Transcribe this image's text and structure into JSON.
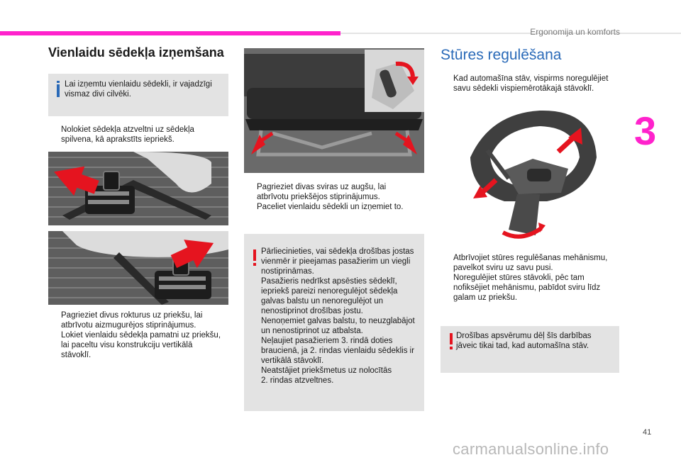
{
  "header": {
    "section": "Ergonomija un komforts",
    "chapter": "3",
    "page_number": "41"
  },
  "col1": {
    "title": "Vienlaidu sēdekļa izņemšana",
    "info_lines": [
      "Lai izņemtu vienlaidu sēdekli, ir vajadzīgi",
      "vismaz divi cilvēki."
    ],
    "step1": [
      "Nolokiet sēdekļa atzveltni uz sēdekļa",
      "spilvena, kā aprakstīts iepriekš."
    ],
    "step2": [
      "Pagrieziet divus rokturus uz priekšu, lai",
      "atbrīvotu aizmugurējos stiprinājumus."
    ],
    "step3": [
      "Lokiet vienlaidu sēdekļa pamatni uz priekšu,",
      "lai paceltu visu konstrukciju vertikālā",
      "stāvoklī."
    ]
  },
  "col2": {
    "step1": [
      "Pagrieziet divas sviras uz augšu, lai",
      "atbrīvotu priekšējos stiprinājumus."
    ],
    "step2": [
      "Paceliet vienlaidu sēdekli un izņemiet to."
    ],
    "warning_lines": [
      "Pārliecinieties, vai sēdekļa drošības jostas",
      "vienmēr ir pieejamas pasažierim un viegli",
      "nostiprināmas.",
      "Pasažieris nedrīkst apsēsties sēdeklī,",
      "iepriekš pareizi nenoregulējot sēdekļa",
      "galvas balstu un nenoregulējot un",
      "nenostiprinot drošības jostu.",
      "Nenoņemiet galvas balstu, to neuzglabājot",
      "un nenostiprinot uz atbalsta.",
      "Neļaujiet pasažieriem 3. rindā doties",
      "braucienā, ja 2. rindas vienlaidu sēdeklis ir",
      "vertikālā stāvoklī.",
      "Neatstājiet priekšmetus uz nolocītās",
      "2. rindas atzveltnes."
    ]
  },
  "col3": {
    "title": "Stūres regulēšana",
    "step1": [
      "Kad automašīna stāv, vispirms noregulējiet",
      "savu sēdekli vispiemērotākajā stāvoklī."
    ],
    "step2": [
      "Atbrīvojiet stūres regulēšanas mehānismu,",
      "pavelkot sviru uz savu pusi."
    ],
    "step3": [
      "Noregulējiet stūres stāvokli, pēc tam",
      "nofiksējiet mehānismu, pabīdot sviru līdz",
      "galam uz priekšu."
    ],
    "warning_lines": [
      "Drošības apsvērumu dēļ šīs darbības",
      "jāveic tikai tad, kad automašīna stāv."
    ]
  },
  "bullet_marker": "",
  "watermark": "carmanualsonline.info",
  "colors": {
    "accent_pink": "#ff22cc",
    "heading_blue": "#2a6ab8",
    "warning_red": "#e5141f",
    "box_grey": "#e3e3e3"
  }
}
